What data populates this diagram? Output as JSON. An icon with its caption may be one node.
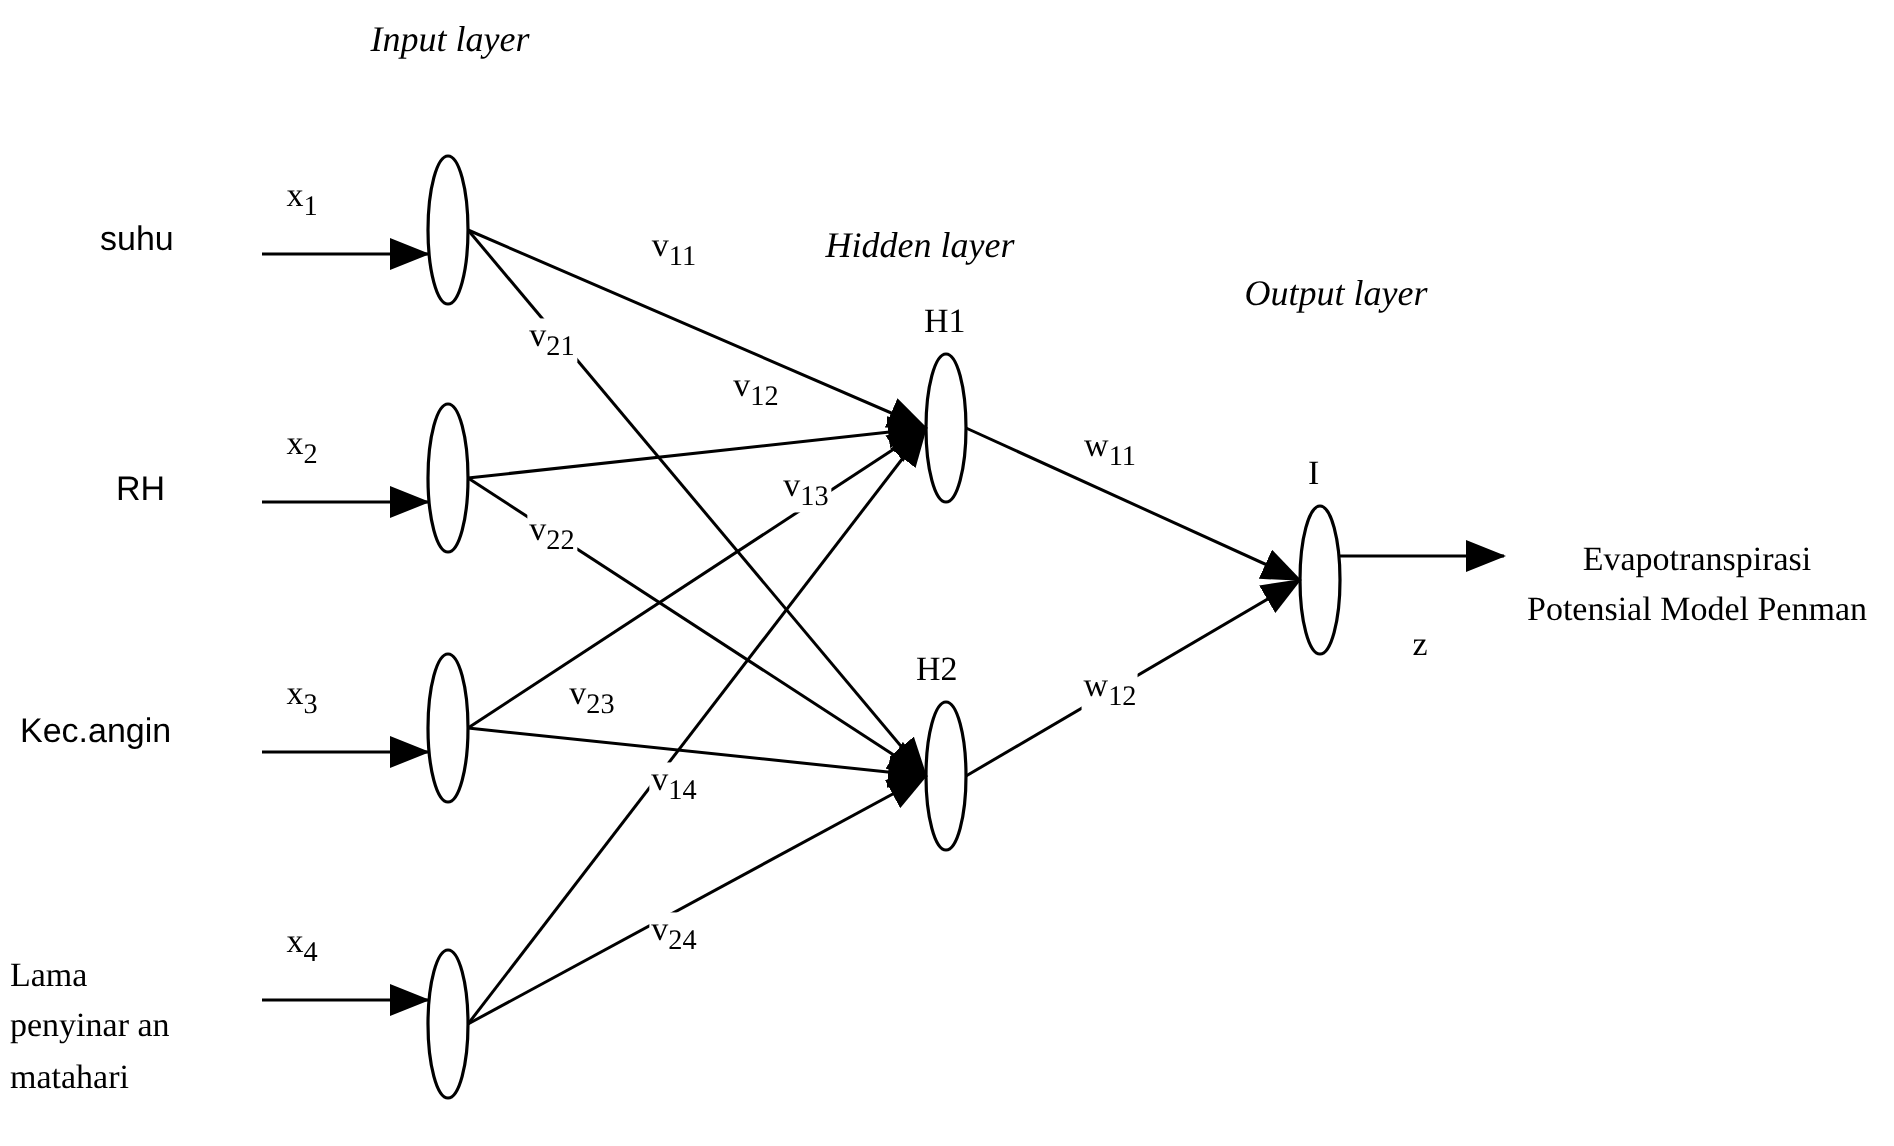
{
  "diagram": {
    "nodes": [
      {
        "text": [
          "suhu"
        ]
      },
      {
        "text": [
          "RH"
        ]
      },
      {
        "text": [
          "Kec.angin"
        ]
      },
      {
        "text": [
          "Lama penyinar an matahari"
        ]
      },
      {
        "text": [],
        "shape": "ellipse"
      },
      {
        "text": [],
        "shape": "ellipse"
      },
      {
        "text": [],
        "shape": "ellipse"
      },
      {
        "text": [],
        "shape": "ellipse"
      },
      {
        "text": [
          "H1"
        ]
      },
      {
        "text": [
          "H2"
        ]
      },
      {
        "text": [
          "I"
        ]
      },
      {
        "text": [
          "Evapotranspirasi Potensial Model Penman"
        ]
      }
    ],
    "edges": [
      {
        "from": 0,
        "to": 4,
        "arrow": "to",
        "label": "x$_{1}$"
      },
      {
        "from": 1,
        "to": 5,
        "arrow": "to",
        "label": "x$_{2}$"
      },
      {
        "from": 2,
        "to": 6,
        "arrow": "to",
        "label": "x$_{3}$"
      },
      {
        "from": 3,
        "to": 7,
        "arrow": "to",
        "label": "x$_{4}$"
      },
      {
        "from": 4,
        "to": 8,
        "arrow": "to",
        "label": "v$_{11}$"
      },
      {
        "from": 4,
        "to": 9,
        "arrow": "to",
        "label": "v$_{21}$"
      },
      {
        "from": 5,
        "to": 8,
        "arrow": "to",
        "label": "v$_{12}$"
      },
      {
        "from": 5,
        "to": 9,
        "arrow": "to",
        "label": "v$_{22}$"
      },
      {
        "from": 6,
        "to": 8,
        "arrow": "to",
        "label": "v$_{13}$"
      },
      {
        "from": 6,
        "to": 9,
        "arrow": "to",
        "label": "v$_{23}$"
      },
      {
        "from": 7,
        "to": 8,
        "arrow": "to",
        "label": "v$_{14}$"
      },
      {
        "from": 7,
        "to": 9,
        "arrow": "to",
        "label": "v$_{24}$"
      },
      {
        "from": 8,
        "to": 10,
        "arrow": "to",
        "label": "w$_{11}$"
      },
      {
        "from": 9,
        "to": 10,
        "arrow": "to",
        "label": "w$_{12}$"
      },
      {
        "from": 10,
        "to": 11,
        "arrow": "to",
        "label": "z"
      }
    ],
    "labels": [
      "Input layer",
      "Hidden layer",
      "Output layer"
    ]
  }
}
